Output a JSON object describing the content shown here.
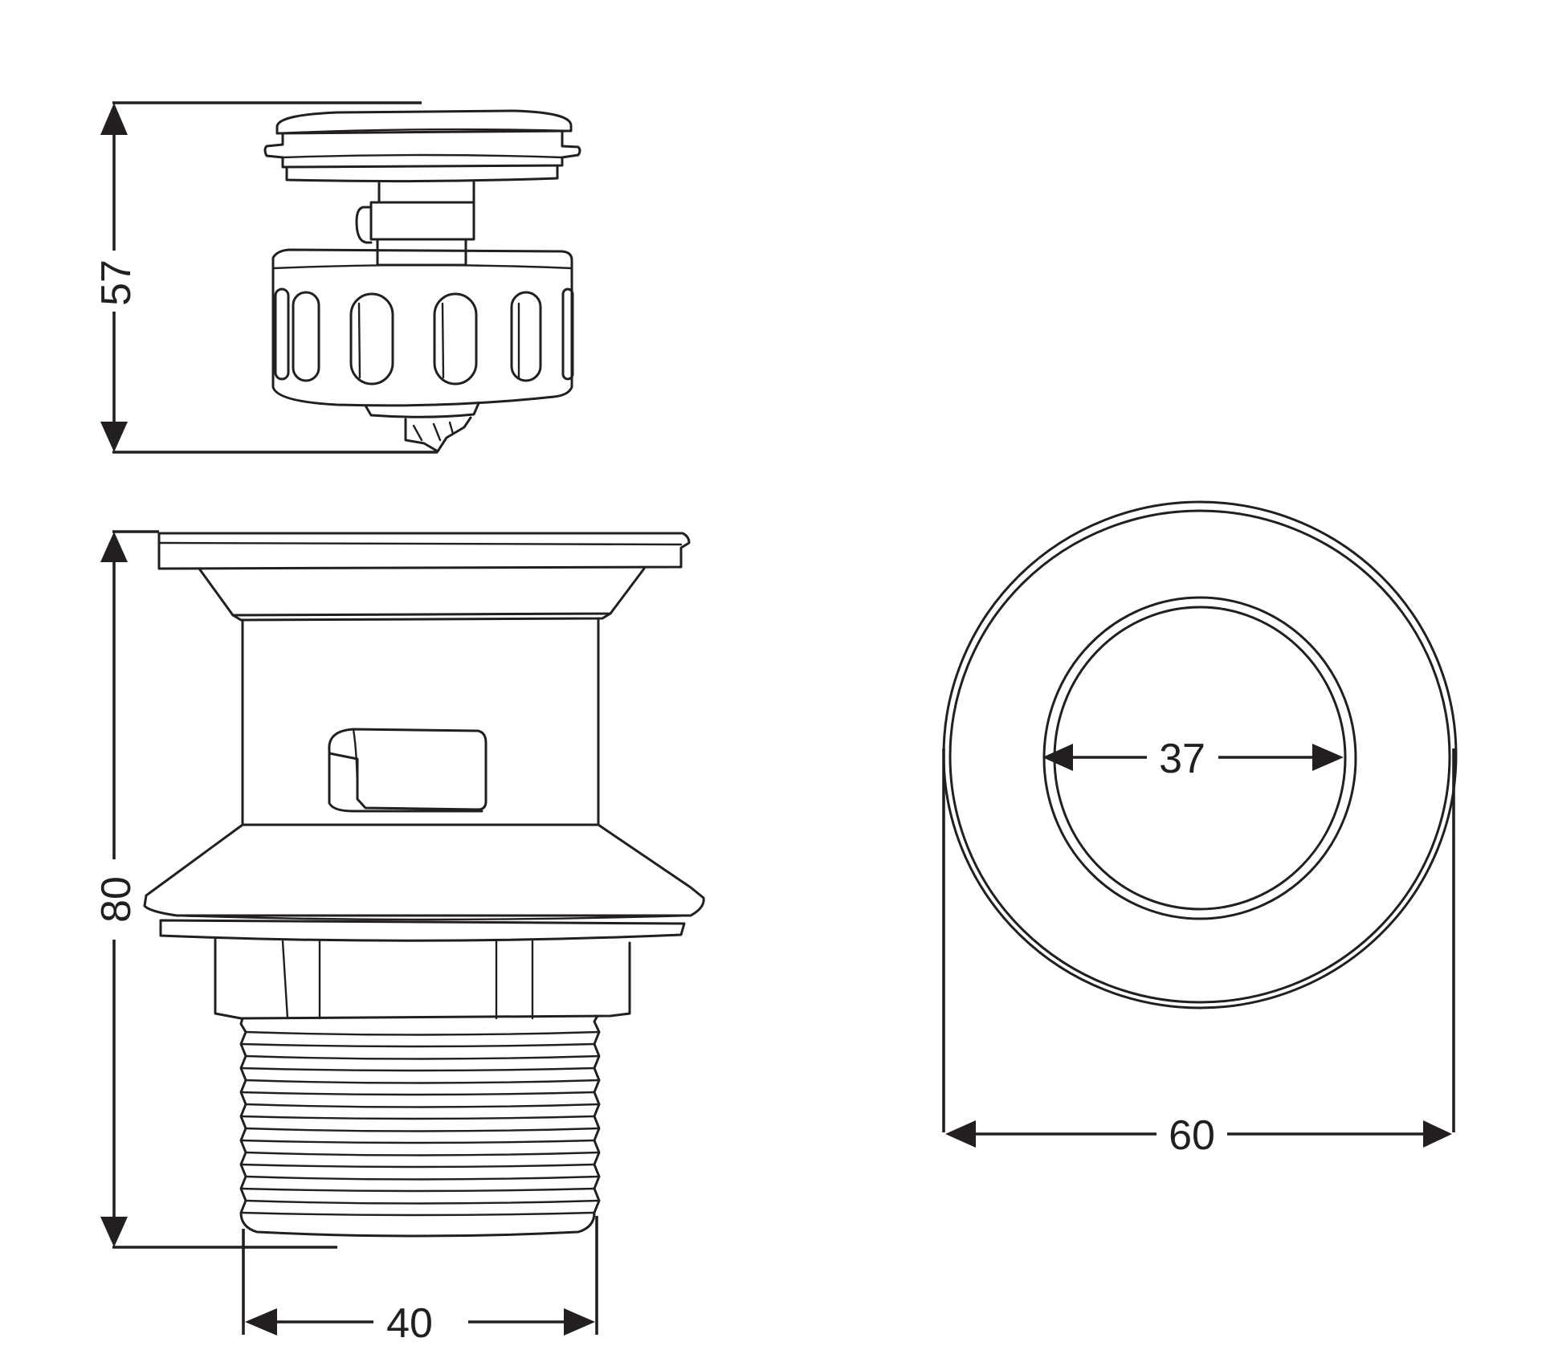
{
  "drawing": {
    "dimensions": {
      "plug_height": "57",
      "body_height": "80",
      "thread_width": "40",
      "inner_diameter": "37",
      "outer_diameter": "60"
    }
  }
}
